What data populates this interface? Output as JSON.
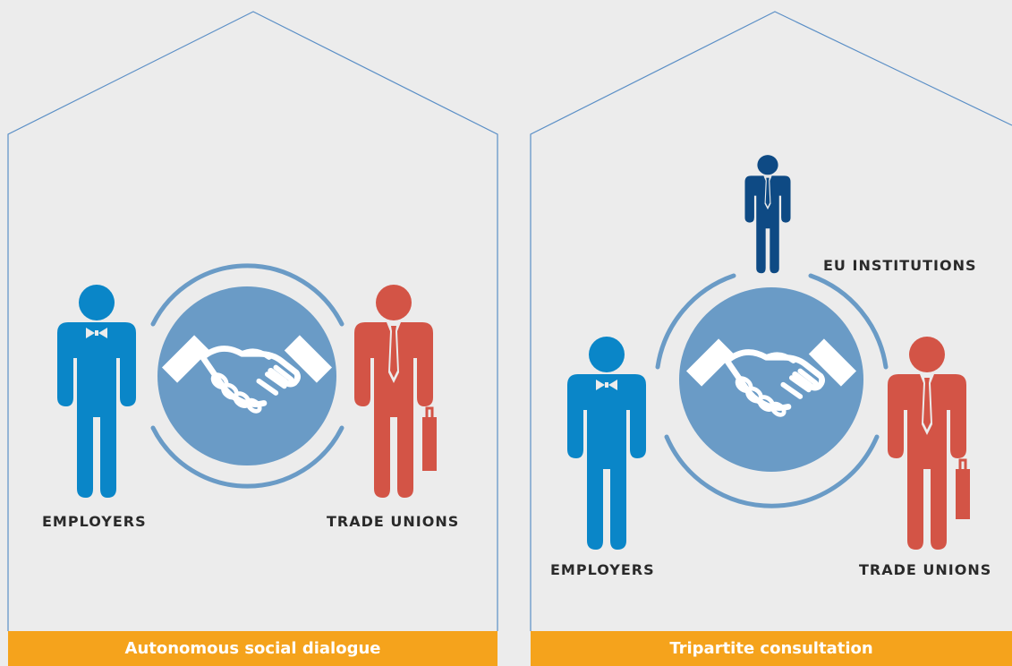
{
  "colors": {
    "background": "#ececec",
    "outline": "#5b8fc6",
    "employers": "#0a86c8",
    "trade_unions": "#d35446",
    "eu_institutions": "#0e4a84",
    "handshake_circle": "#6a9bc6",
    "ring": "#6a9bc6",
    "banner": "#f5a31c"
  },
  "panels": [
    {
      "title": "Autonomous social dialogue",
      "labels": {
        "employers": "EMPLOYERS",
        "trade_unions": "TRADE UNIONS"
      }
    },
    {
      "title": "Tripartite consultation",
      "labels": {
        "eu_institutions": "EU INSTITUTIONS",
        "employers": "EMPLOYERS",
        "trade_unions": "TRADE UNIONS"
      }
    }
  ],
  "icons": [
    "employer-person-icon",
    "trade-union-person-icon",
    "eu-institution-person-icon",
    "handshake-icon",
    "briefcase-icon"
  ]
}
